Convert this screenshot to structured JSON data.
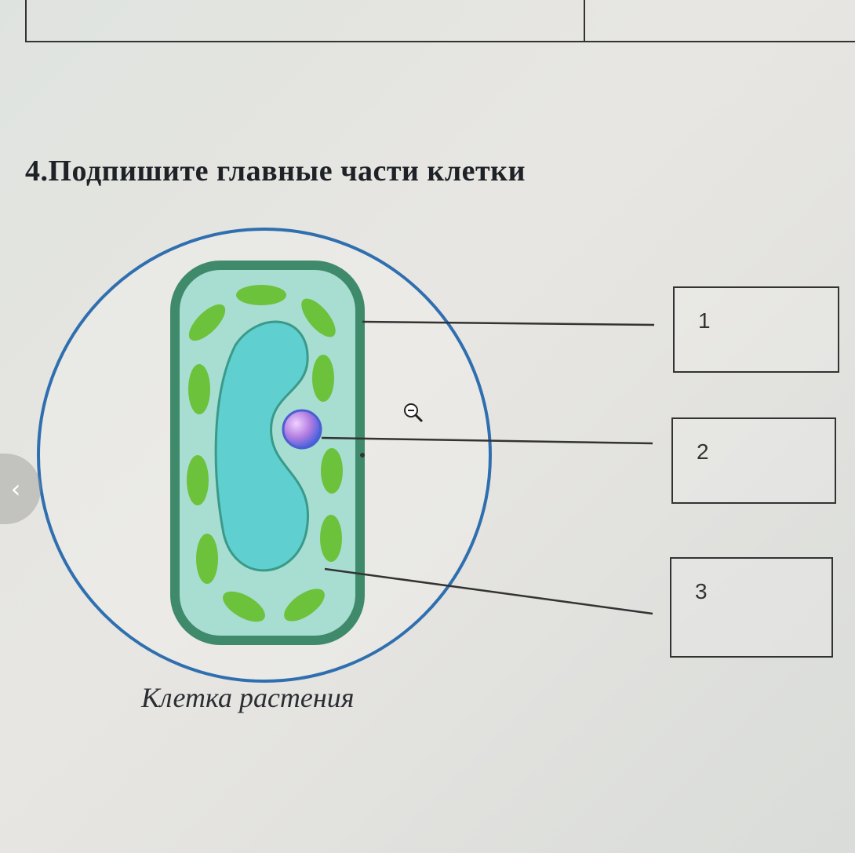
{
  "heading": "4.Подпишите главные части клетки",
  "caption": "Клетка растения",
  "labels": [
    {
      "number": "1"
    },
    {
      "number": "2"
    },
    {
      "number": "3"
    }
  ],
  "icons": {
    "back": "chevron-left-icon",
    "cursor": "zoom-out-icon"
  },
  "colors": {
    "cell_wall": "#3f8a6a",
    "cytoplasm": "#a8ddd2",
    "vacuole": "#5fcfcf",
    "nucleus": "#b07be0",
    "chloroplast": "#6cc23a",
    "outer_circle": "#2f6fb0"
  }
}
